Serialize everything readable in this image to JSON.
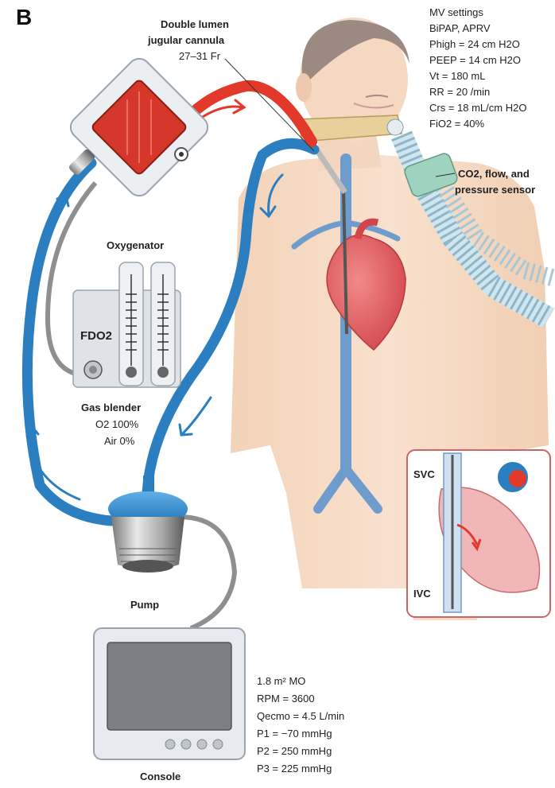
{
  "panel_letter": "B",
  "cannula": {
    "title_line1": "Double lumen",
    "title_line2": "jugular cannula",
    "size": "27–31 Fr"
  },
  "oxygenator": {
    "label": "Oxygenator"
  },
  "blender": {
    "fdo2_label": "FDO2",
    "label": "Gas blender",
    "o2": "O2 100%",
    "air": "Air 0%"
  },
  "pump": {
    "label": "Pump"
  },
  "console": {
    "label": "Console"
  },
  "mv_settings": {
    "lines": [
      "MV settings",
      "BiPAP, APRV",
      "Phigh = 24 cm H2O",
      "PEEP = 14 cm H2O",
      "Vt = 180 mL",
      "RR = 20 /min",
      "Crs = 18 mL/cm H2O",
      "FiO2 = 40%"
    ]
  },
  "sensor": {
    "line1": "CO2, flow, and",
    "line2": "pressure sensor"
  },
  "console_stats": {
    "lines": [
      "1.8 m² MO",
      "RPM = 3600",
      "Qecmo = 4.5 L/min",
      "P1 = −70 mmHg",
      "P2 = 250 mmHg",
      "P3 = 225 mmHg"
    ]
  },
  "inset": {
    "svc": "SVC",
    "ivc": "IVC"
  },
  "colors": {
    "venous_blue": "#2b7fc1",
    "arterial_red": "#e2392a",
    "skin": "#f6dcc6",
    "vein_blue": "#6e9ccd",
    "heart_red": "#e0565a",
    "sensor_green": "#9ed3c0"
  }
}
